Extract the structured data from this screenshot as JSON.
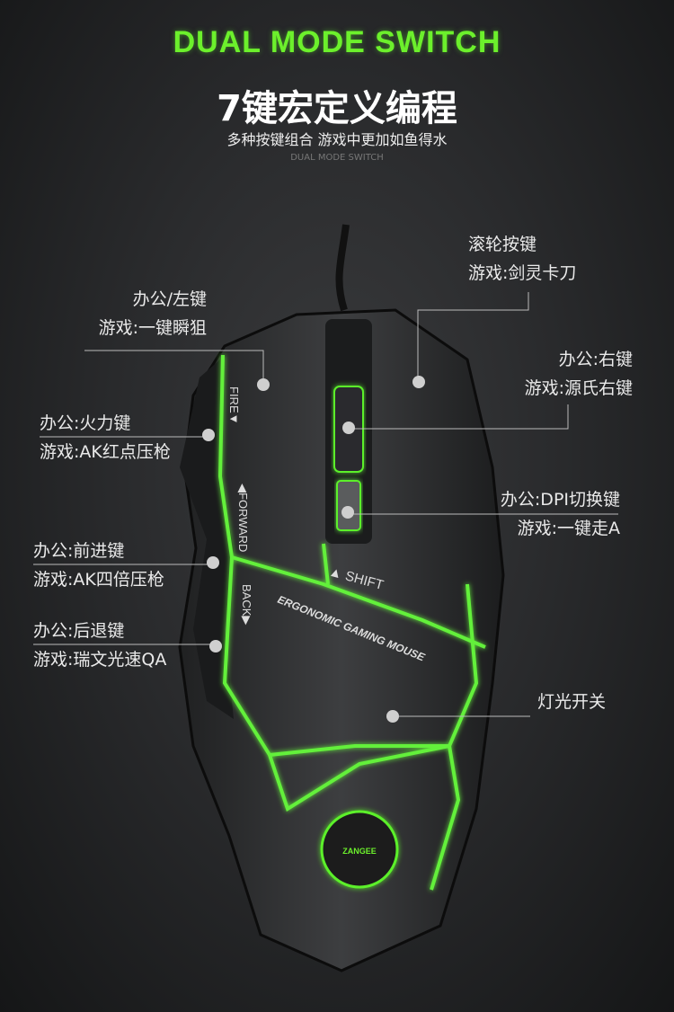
{
  "header": {
    "title_en": "DUAL MODE SWITCH",
    "title_cn": "7键宏定义编程",
    "subtitle": "多种按键组合  游戏中更加如鱼得水",
    "small_en": "DUAL MODE SWITCH"
  },
  "colors": {
    "accent": "#6cf02c",
    "background": "#2a2b2d"
  },
  "mouse_labels": {
    "fire": "FIRE▼",
    "forward": "◀FORWARD",
    "back": "BACK▶",
    "shift": "▲ SHIFT",
    "ergonomic": "ERGONOMIC GAMING MOUSE",
    "logo_text": "ZANGEE"
  },
  "callouts": {
    "scroll": {
      "line1": "滚轮按键",
      "line2": "游戏:剑灵卡刀"
    },
    "left": {
      "line1": "办公/左键",
      "line2": "游戏:一键瞬狙"
    },
    "right": {
      "line1": "办公:右键",
      "line2": "游戏:源氏右键"
    },
    "fire": {
      "line1": "办公:火力键",
      "line2": "游戏:AK红点压枪"
    },
    "dpi": {
      "line1": "办公:DPI切换键",
      "line2": "游戏:一键走A"
    },
    "forward": {
      "line1": "办公:前进键",
      "line2": "游戏:AK四倍压枪"
    },
    "back": {
      "line1": "办公:后退键",
      "line2": "游戏:瑞文光速QA"
    },
    "light": {
      "line1": "灯光开关"
    }
  }
}
